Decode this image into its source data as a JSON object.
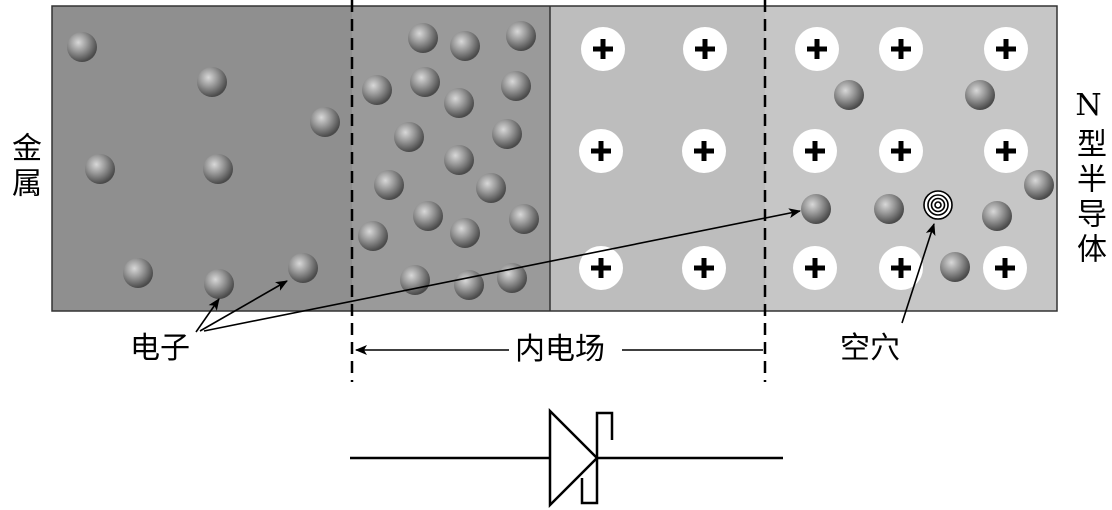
{
  "labels": {
    "metal": "金属",
    "semiconductor": "N型半导体",
    "electron": "电子",
    "field": "内电场",
    "hole": "空穴"
  },
  "colors": {
    "metal_region": "#8f8f8f",
    "metal_side_barrier": "#9a9a9a",
    "semiconductor_depletion": "#bdbdbd",
    "semiconductor_region": "#c6c6c6",
    "ion_fill": "#ffffff",
    "outline": "#000000"
  },
  "icons": {
    "electron": "gray-sphere",
    "positive_ion": "plus-in-circle",
    "hole": "concentric-circles",
    "diode": "schottky-diode-symbol"
  }
}
